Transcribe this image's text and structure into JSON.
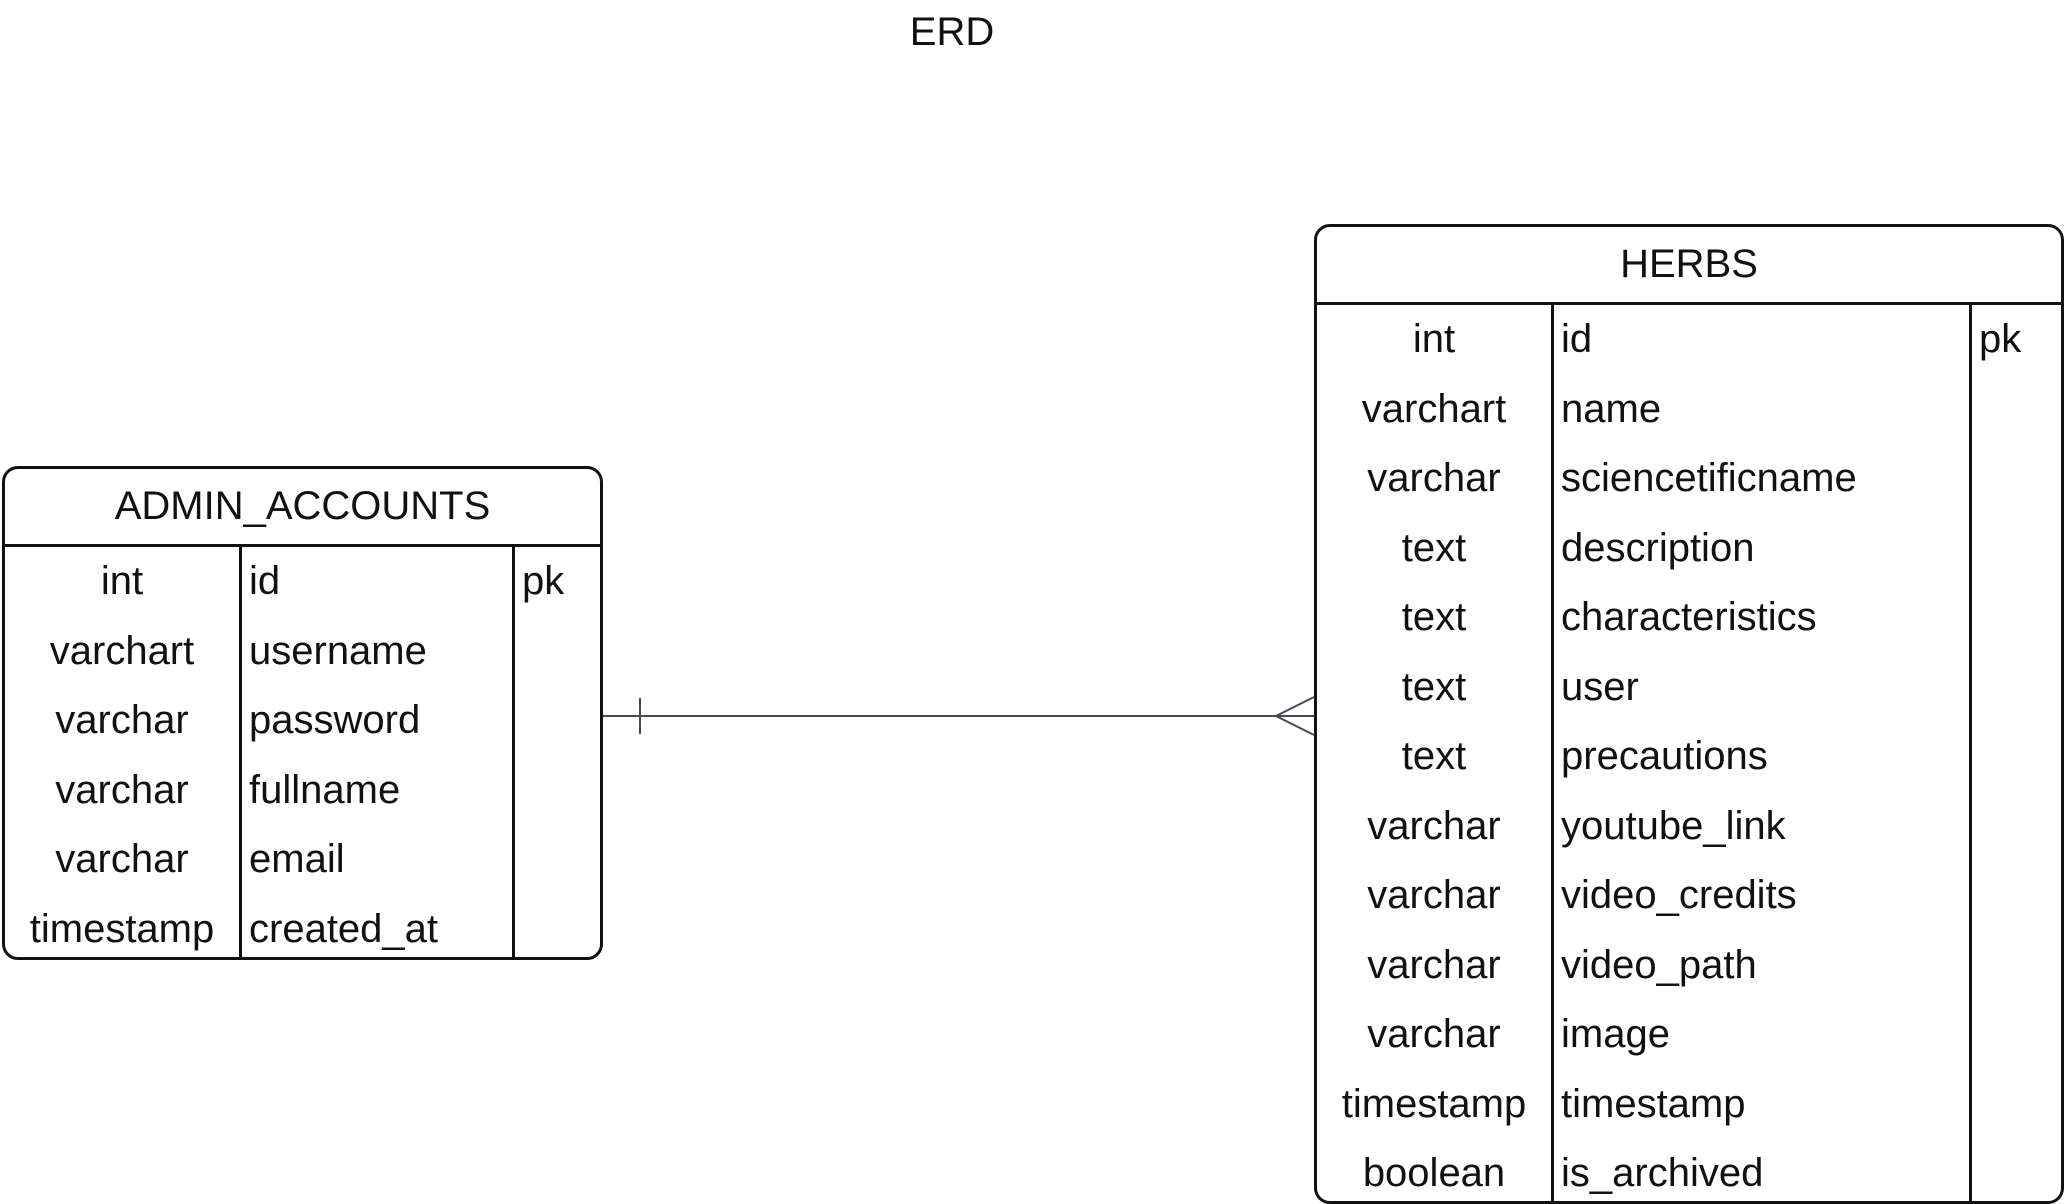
{
  "diagram": {
    "title": "ERD"
  },
  "entities": {
    "admin": {
      "name": "ADMIN_ACCOUNTS",
      "rows": [
        {
          "type": "int",
          "name": "id",
          "key": "pk"
        },
        {
          "type": "varchart",
          "name": "username",
          "key": ""
        },
        {
          "type": "varchar",
          "name": "password",
          "key": ""
        },
        {
          "type": "varchar",
          "name": "fullname",
          "key": ""
        },
        {
          "type": "varchar",
          "name": "email",
          "key": ""
        },
        {
          "type": "timestamp",
          "name": "created_at",
          "key": ""
        }
      ]
    },
    "herbs": {
      "name": "HERBS",
      "rows": [
        {
          "type": "int",
          "name": "id",
          "key": "pk"
        },
        {
          "type": "varchart",
          "name": "name",
          "key": ""
        },
        {
          "type": "varchar",
          "name": "sciencetificname",
          "key": ""
        },
        {
          "type": "text",
          "name": "description",
          "key": ""
        },
        {
          "type": "text",
          "name": "characteristics",
          "key": ""
        },
        {
          "type": "text",
          "name": "user",
          "key": ""
        },
        {
          "type": "text",
          "name": "precautions",
          "key": ""
        },
        {
          "type": "varchar",
          "name": "youtube_link",
          "key": ""
        },
        {
          "type": "varchar",
          "name": "video_credits",
          "key": ""
        },
        {
          "type": "varchar",
          "name": "video_path",
          "key": ""
        },
        {
          "type": "varchar",
          "name": "image",
          "key": ""
        },
        {
          "type": "timestamp",
          "name": "timestamp",
          "key": ""
        },
        {
          "type": "boolean",
          "name": "is_archived",
          "key": ""
        }
      ]
    }
  },
  "relationship": {
    "from": "ADMIN_ACCOUNTS",
    "to": "HERBS",
    "from_cardinality": "one",
    "to_cardinality": "many"
  }
}
